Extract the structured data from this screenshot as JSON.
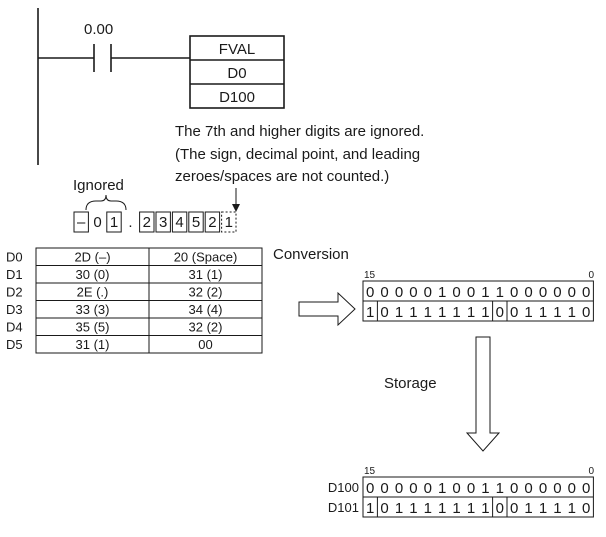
{
  "ladder": {
    "contact_address": "0.00",
    "instruction": "FVAL",
    "source_operand": "D0",
    "dest_operand": "D100"
  },
  "note": {
    "line1": "The 7th and higher digits are ignored.",
    "line2": "(The sign, decimal point, and leading",
    "line3": "zeroes/spaces are not counted.)"
  },
  "ignored_label": "Ignored",
  "ascii_string": {
    "chars": [
      "–",
      "0",
      "1",
      ".",
      "2",
      "3",
      "4",
      "5",
      "2",
      "1"
    ],
    "boxed": [
      true,
      false,
      true,
      false,
      true,
      true,
      true,
      true,
      true,
      true
    ]
  },
  "source_table": {
    "rows": [
      {
        "reg": "D0",
        "hi": "2D (–)",
        "lo": "20 (Space)"
      },
      {
        "reg": "D1",
        "hi": "30 (0)",
        "lo": "31 (1)"
      },
      {
        "reg": "D2",
        "hi": "2E (.)",
        "lo": "32 (2)"
      },
      {
        "reg": "D3",
        "hi": "33 (3)",
        "lo": "34 (4)"
      },
      {
        "reg": "D4",
        "hi": "35 (5)",
        "lo": "32 (2)"
      },
      {
        "reg": "D5",
        "hi": "31 (1)",
        "lo": "00"
      }
    ]
  },
  "conversion_label": "Conversion",
  "storage_label": "Storage",
  "bit_hi_label": "15",
  "bit_lo_label": "0",
  "result_top": {
    "row1": "0000010011000000",
    "row2": "1011111110011110"
  },
  "result_bottom": {
    "rows": [
      {
        "reg": "D100",
        "bits": "0000010011000000"
      },
      {
        "reg": "D101",
        "bits": "1011111110011110"
      }
    ]
  }
}
